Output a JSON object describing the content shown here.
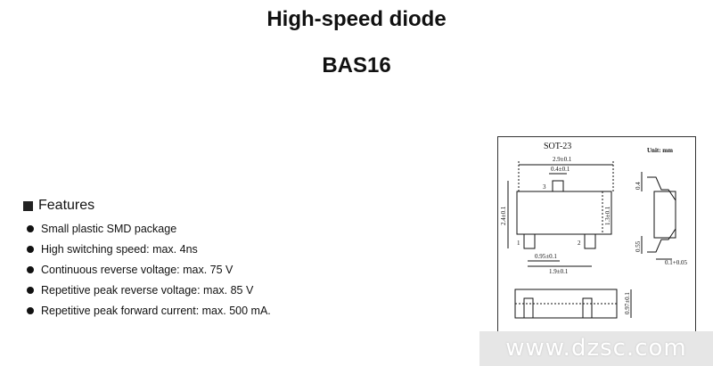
{
  "title": "High-speed diode",
  "part_number": "BAS16",
  "features": {
    "heading": "Features",
    "items": [
      "Small plastic SMD package",
      "High switching speed: max. 4ns",
      "Continuous reverse voltage: max. 75 V",
      "Repetitive peak  reverse voltage: max. 85 V",
      "Repetitive peak forward current: max. 500 mA."
    ]
  },
  "package": {
    "name": "SOT-23",
    "unit": "Unit: mm",
    "dimensions": {
      "overall_length": "2.9±0.1",
      "pin3_width": "0.4±0.1",
      "overall_width": "2.4±0.1",
      "body_width": "1.3±0.1",
      "pin_pitch": "0.95±0.1",
      "pin_span": "1.9±0.1",
      "side_top": "0.4",
      "side_bottom": "0.55",
      "lead_thickness": "0.1+0.05",
      "height": "0.97±0.1"
    },
    "pins": [
      "1",
      "2",
      "3"
    ]
  },
  "watermark": "www.dzsc.com"
}
